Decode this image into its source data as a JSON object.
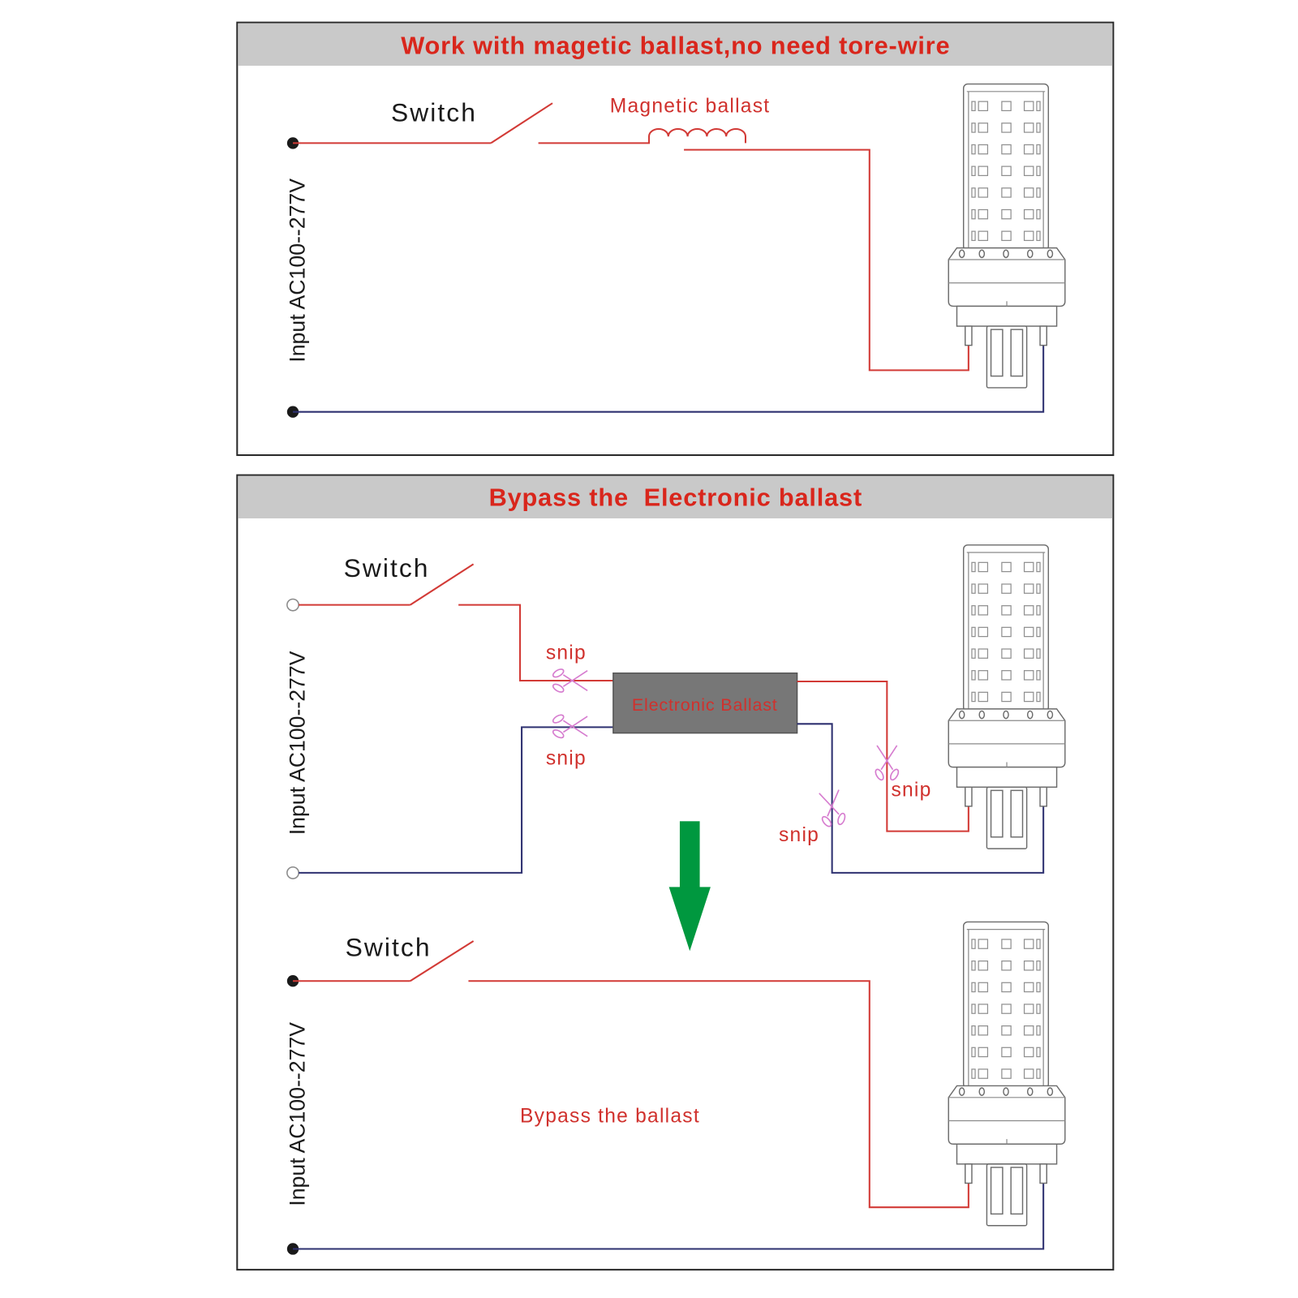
{
  "panels": {
    "magnetic": {
      "title": "Work with magetic ballast,no need tore-wire",
      "switch_label": "Switch",
      "ballast_label": "Magnetic ballast",
      "input_label": "Input AC100--277V"
    },
    "electronic": {
      "title": "Bypass the  Electronic ballast",
      "before": {
        "switch_label": "Switch",
        "input_label": "Input AC100--277V",
        "ballast_label": "Electronic Ballast",
        "snip_labels": [
          "snip",
          "snip",
          "snip",
          "snip"
        ]
      },
      "after": {
        "switch_label": "Switch",
        "input_label": "Input AC100--277V",
        "note": "Bypass the ballast"
      }
    }
  },
  "icons": [
    "scissors-icon",
    "down-arrow-icon",
    "led-corn-bulb-icon"
  ],
  "colors": {
    "title_red": "#d9261c",
    "label_red": "#d0312d",
    "live_wire": "#d23a36",
    "neutral_wire": "#2e3170",
    "header_band": "#c9c9c9",
    "scissors": "#d67ccf",
    "arrow": "#00983f",
    "ballast_box": "#777777"
  }
}
